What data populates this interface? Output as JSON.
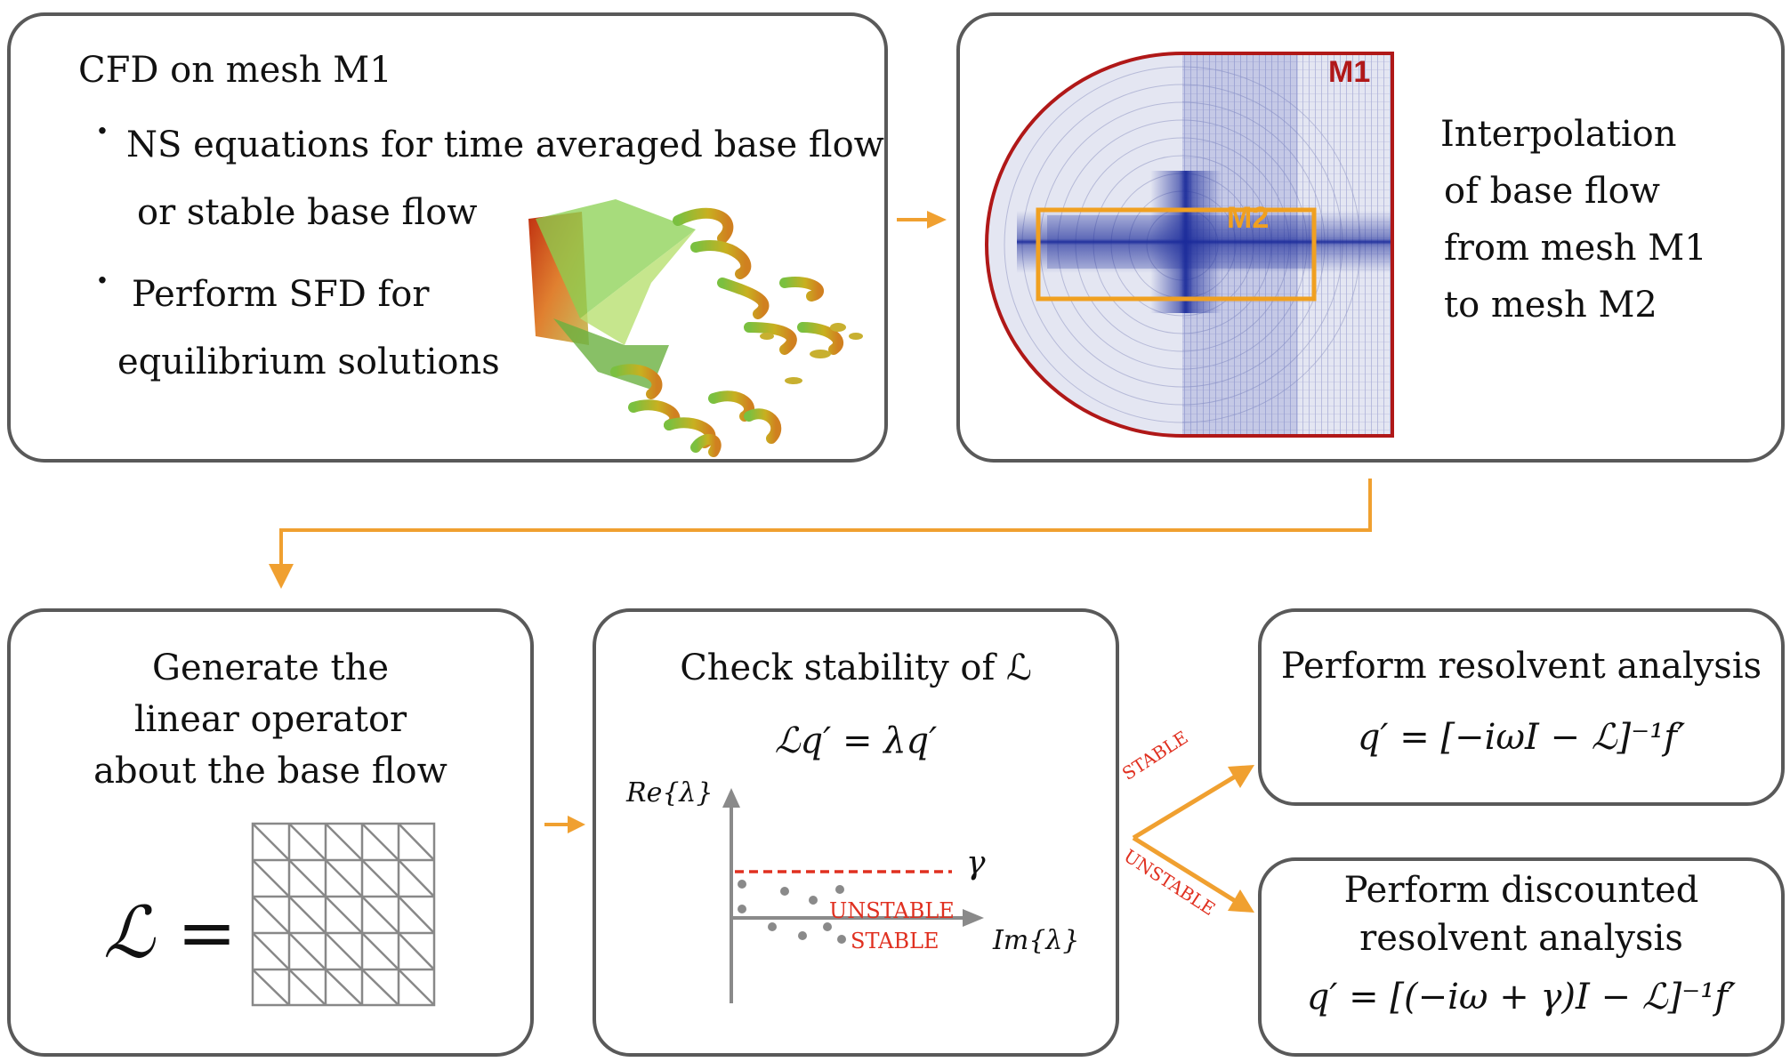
{
  "colors": {
    "arrow": "#f0a030",
    "border": "#595959",
    "m1": "#b01818",
    "m2": "#f0a020",
    "mesh_blue": "#1a2a9a",
    "unstable_red": "#e03020"
  },
  "box1": {
    "title": "CFD on mesh M1",
    "bullet1_a": "NS equations for time averaged base flow",
    "bullet1_b": "or stable base flow",
    "bullet2_a": "Perform SFD for",
    "bullet2_b": "equilibrium solutions",
    "bullet_symbol": "·",
    "image_icon": "vortex-wake-icon"
  },
  "box2": {
    "m1_label": "M1",
    "m2_label": "M2",
    "text_lines": [
      "Interpolation",
      "of base flow",
      "from mesh M1",
      "to mesh M2"
    ]
  },
  "box3": {
    "title_lines": [
      "Generate the",
      "linear operator",
      "about the base flow"
    ],
    "operator": "ℒ ="
  },
  "box4": {
    "title": "Check stability of ℒ",
    "equation": "ℒq′ = λq′",
    "y_axis": "Re{λ}",
    "x_axis": "Im{λ}",
    "gamma": "γ",
    "unstable": "UNSTABLE",
    "stable": "STABLE"
  },
  "branch": {
    "stable": "STABLE",
    "unstable": "UNSTABLE"
  },
  "box5": {
    "title": "Perform resolvent analysis",
    "equation": "q′ = [−iωI − ℒ]⁻¹f′"
  },
  "box6": {
    "title_lines": [
      "Perform discounted",
      "resolvent analysis"
    ],
    "equation": "q′ = [(−iω + γ)I − ℒ]⁻¹f′"
  }
}
